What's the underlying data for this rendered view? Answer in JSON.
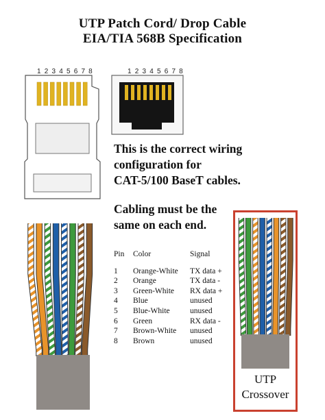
{
  "title_line1": "UTP Patch Cord/ Drop Cable",
  "title_line2": "EIA/TIA 568B Specification",
  "plug_pin_numbers": "1 2 3 4 5 6 7 8",
  "jack_pin_numbers": "1 2 3 4 5 6 7 8",
  "description": {
    "line1": "This is the correct wiring",
    "line2": "configuration for",
    "line3": "CAT-5/100 BaseT cables.",
    "line4": "Cabling must be the",
    "line5": "same on each end."
  },
  "pin_table": {
    "headers": {
      "pin": "Pin",
      "color": "Color",
      "signal": "Signal"
    },
    "rows": [
      {
        "pin": "1",
        "color": "Orange-White",
        "signal": "TX data +"
      },
      {
        "pin": "2",
        "color": "Orange",
        "signal": "TX data -"
      },
      {
        "pin": "3",
        "color": "Green-White",
        "signal": "RX data +"
      },
      {
        "pin": "4",
        "color": "Blue",
        "signal": "unused"
      },
      {
        "pin": "5",
        "color": "Blue-White",
        "signal": "unused"
      },
      {
        "pin": "6",
        "color": "Green",
        "signal": "RX data -"
      },
      {
        "pin": "7",
        "color": "Brown-White",
        "signal": "unused"
      },
      {
        "pin": "8",
        "color": "Brown",
        "signal": "unused"
      }
    ]
  },
  "crossover_label": {
    "line1": "UTP",
    "line2": "Crossover"
  },
  "colors": {
    "orange": "#e8932a",
    "green": "#3d9a3d",
    "blue": "#1f5fa8",
    "brown": "#8a5a2b",
    "gold_contact": "#e0b321",
    "jacket": "#8f8a86",
    "highlight_border": "#c9412f"
  }
}
